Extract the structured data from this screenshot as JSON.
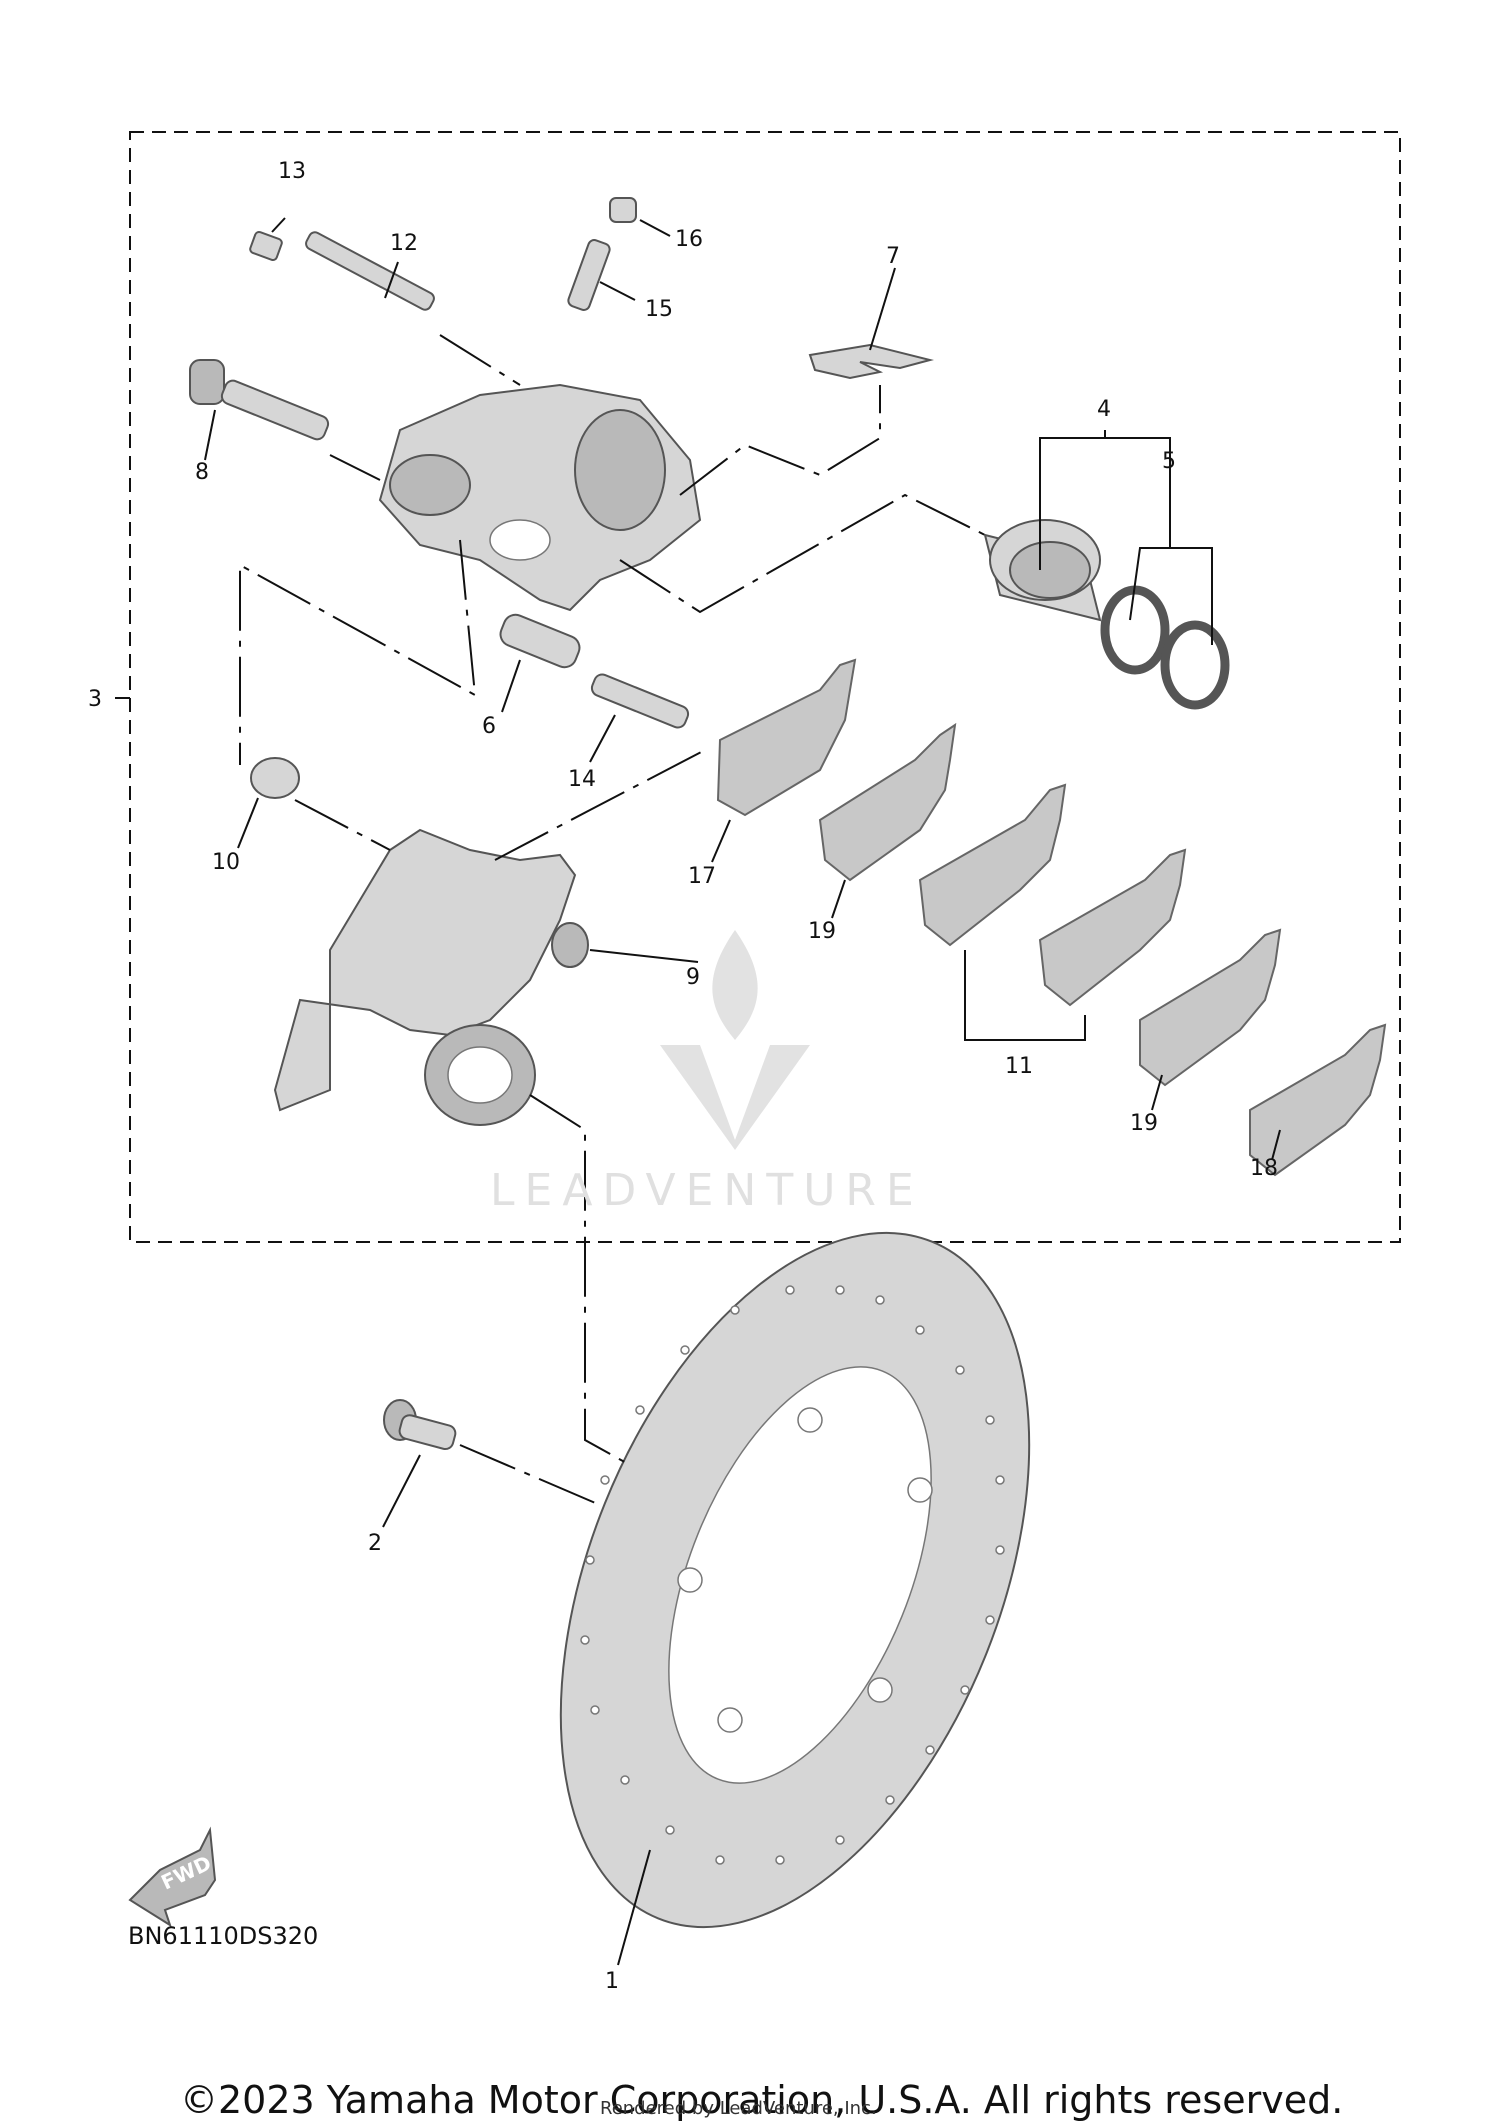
{
  "diagram": {
    "code": "BN61110DS320",
    "fwd_label": "FWD",
    "watermark": "LEADVENTURE",
    "callouts": {
      "c1": "1",
      "c2": "2",
      "c3": "3",
      "c4": "4",
      "c5": "5",
      "c6": "6",
      "c7": "7",
      "c8": "8",
      "c9": "9",
      "c10": "10",
      "c11": "11",
      "c12": "12",
      "c13": "13",
      "c14": "14",
      "c15": "15",
      "c16": "16",
      "c17": "17",
      "c18": "18",
      "c19a": "19",
      "c19b": "19"
    }
  },
  "footer": {
    "copyright": "©2023 Yamaha Motor Corporation, U.S.A. All rights reserved.",
    "rendered_by": "Rendered by LeadVenture, Inc."
  }
}
